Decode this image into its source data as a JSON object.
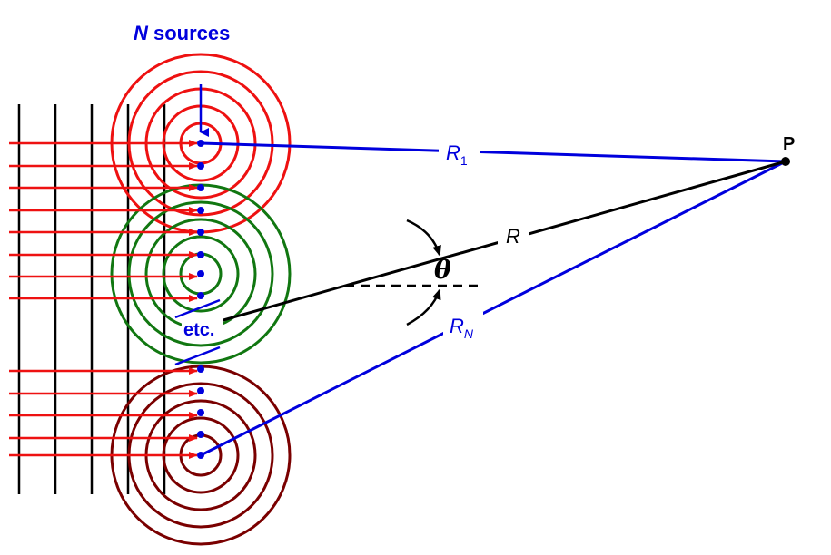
{
  "title": {
    "italic": "N",
    "rest": " sources"
  },
  "labels": {
    "point": "P",
    "r1_main": "R",
    "r1_sub": "1",
    "r": "R",
    "rn_main": "R",
    "rn_sub": "N",
    "theta": "θ",
    "etc": "etc."
  },
  "colors": {
    "blue": "#0000dd",
    "red": "#ee1111",
    "green": "#117711",
    "darkred": "#7a0000",
    "black": "#000000"
  },
  "icons": {
    "sources": "dot",
    "wavefronts": "concentric-circles",
    "incident_rays": "right-arrow"
  }
}
